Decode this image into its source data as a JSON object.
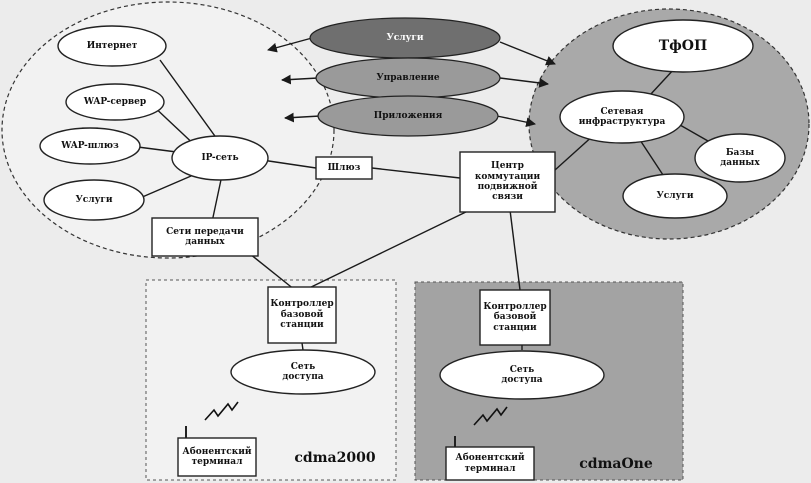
{
  "diagram": {
    "top_ovals": {
      "uslugi": "Услуги",
      "upravlenie": "Управление",
      "prilozheniya": "Приложения"
    },
    "ip_cloud": {
      "internet": "Интернет",
      "wap_server": "WAP-сервер",
      "wap_gateway": "WAP-шлюз",
      "services": "Услуги",
      "ip_net": "IP-сеть"
    },
    "pstn_cloud": {
      "title": "ТфОП",
      "network_infra": "Сетевая\nинфраструктура",
      "databases": "Базы\nданных",
      "services": "Услуги"
    },
    "gateway": "Шлюз",
    "msc": "Центр\nкоммутации\nподвижной\nсвязи",
    "data_net": "Сети передачи\nданных",
    "cdma2000": {
      "name": "cdma2000",
      "bsc": "Контроллер\nбазовой\nстанции",
      "access_net": "Сеть\nдоступа",
      "terminal": "Абонентский\nтерминал"
    },
    "cdmaone": {
      "name": "cdmaOne",
      "bsc": "Контроллер\nбазовой\nстанции",
      "access_net": "Сеть\nдоступа",
      "terminal": "Абонентский\nтерминал"
    },
    "colors": {
      "background": "#ececec",
      "pstn_fill": "#a9a9a9",
      "cdmaone_fill": "#a3a3a3",
      "uslugi_fill": "#6f6f6f",
      "mgmt_fill": "#9a9a9a",
      "node_fill": "#ffffff",
      "line": "#1a1a1a"
    }
  }
}
